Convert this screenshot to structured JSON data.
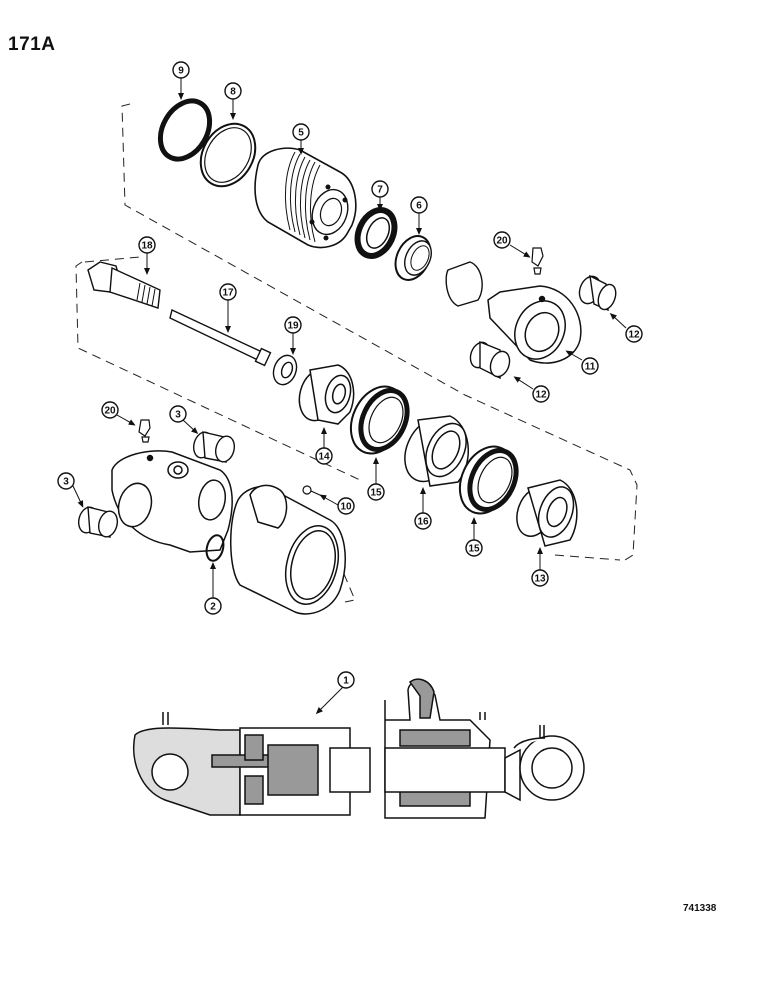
{
  "page_label": "171A",
  "drawing_number": "741338",
  "callouts": [
    {
      "id": "c9",
      "label": "9"
    },
    {
      "id": "c8",
      "label": "8"
    },
    {
      "id": "c5",
      "label": "5"
    },
    {
      "id": "c7",
      "label": "7"
    },
    {
      "id": "c6",
      "label": "6"
    },
    {
      "id": "c20a",
      "label": "20"
    },
    {
      "id": "c18a",
      "label": "18"
    },
    {
      "id": "c17",
      "label": "17"
    },
    {
      "id": "c19",
      "label": "19"
    },
    {
      "id": "c12a",
      "label": "12"
    },
    {
      "id": "c11",
      "label": "11"
    },
    {
      "id": "c12b",
      "label": "12"
    },
    {
      "id": "c20b",
      "label": "20"
    },
    {
      "id": "c3a",
      "label": "3"
    },
    {
      "id": "c14",
      "label": "14"
    },
    {
      "id": "c15a",
      "label": "15"
    },
    {
      "id": "c10",
      "label": "10"
    },
    {
      "id": "c3b",
      "label": "3"
    },
    {
      "id": "c16",
      "label": "16"
    },
    {
      "id": "c15b",
      "label": "15"
    },
    {
      "id": "c13",
      "label": "13"
    },
    {
      "id": "c2",
      "label": "2"
    },
    {
      "id": "c1",
      "label": "1"
    }
  ]
}
